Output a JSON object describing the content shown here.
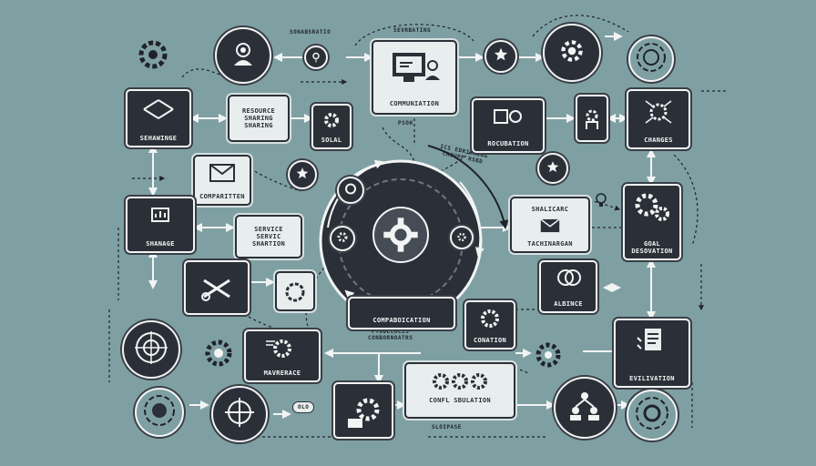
{
  "labels": {
    "top_left": "SONABSRATIO",
    "top_mid": "SEVRBATING",
    "small_1": "PSOH",
    "small_2": "ICS EDRIRRING\nCROUPF RSBD",
    "small_3": "PTODECOCIS\nCONBORNOATRS",
    "small_4": "SLOIPASE",
    "small_5": "OLO"
  },
  "boxes": {
    "communication": "COMMUNIATION",
    "resource": "RESOURCE\nSHARING\nSHARING",
    "sharwing": "SEHAWINGE",
    "social": "SOLAL",
    "rocubation": "ROCUBATION",
    "changes": "CHANGES",
    "compartiten": "COMPARITTEN",
    "service": "SERVICE\nSERVIC\nSHARTION",
    "shanage": "SHANAGE",
    "shalicarc": "SHALICARC",
    "tachinargan": "TACHINARGAN",
    "goal": "GOAL\nDESOVATION",
    "albince": "ALBINCE",
    "conation": "CONATION",
    "compaboication": "COMPABOICATION",
    "mavrerace": "MAVRERACE",
    "conflict": "CONFL SBULATION",
    "evilivation": "EVILIVATION"
  },
  "icons": [
    "gear-icon",
    "star-icon",
    "monitor-icon",
    "person-icon",
    "envelope-icon",
    "target-icon",
    "link-icon",
    "network-icon",
    "chart-icon",
    "puzzle-icon",
    "hierarchy-icon",
    "lightbulb-icon"
  ],
  "colors": {
    "background": "#7fa0a3",
    "node": "#2b3038",
    "stroke": "#f2f4f4",
    "line": "#1f2329"
  }
}
